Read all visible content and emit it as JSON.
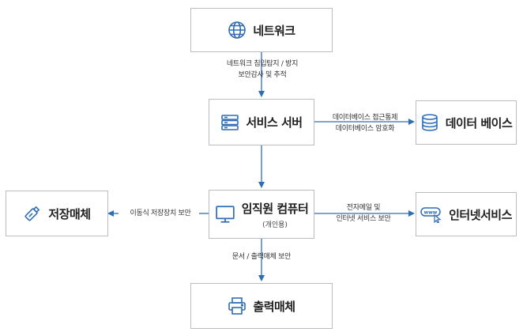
{
  "nodes": {
    "network": {
      "label": "네트워크",
      "icon": "globe-icon"
    },
    "service_server": {
      "label": "서비스 서버",
      "icon": "server-icon"
    },
    "database": {
      "label": "데이터 베이스",
      "icon": "database-icon"
    },
    "storage_media": {
      "label": "저장매체",
      "icon": "usb-drive-icon"
    },
    "employee_pc": {
      "label": "임직원 컴퓨터",
      "sublabel": "(개인용)",
      "icon": "monitor-icon"
    },
    "internet_service": {
      "label": "인터넷서비스",
      "icon": "www-cursor-icon"
    },
    "output_media": {
      "label": "출력매체",
      "icon": "printer-icon"
    }
  },
  "edges": {
    "network_to_server": [
      "네트워크 침입탐지 / 방지",
      "보안감사 및 추적"
    ],
    "server_to_database": [
      "데이터베이스 접근통제",
      "데이터베이스 암호화"
    ],
    "pc_to_storage": [
      "이동식 저장장치 보안"
    ],
    "pc_to_internet": [
      "전자메일 및",
      "인터넷 서비스 보안"
    ],
    "pc_to_output": [
      "문서 / 출력매체 보안"
    ]
  },
  "colors": {
    "accent": "#2f6db5",
    "border": "#b9bcc1",
    "text": "#1f1f1f"
  }
}
